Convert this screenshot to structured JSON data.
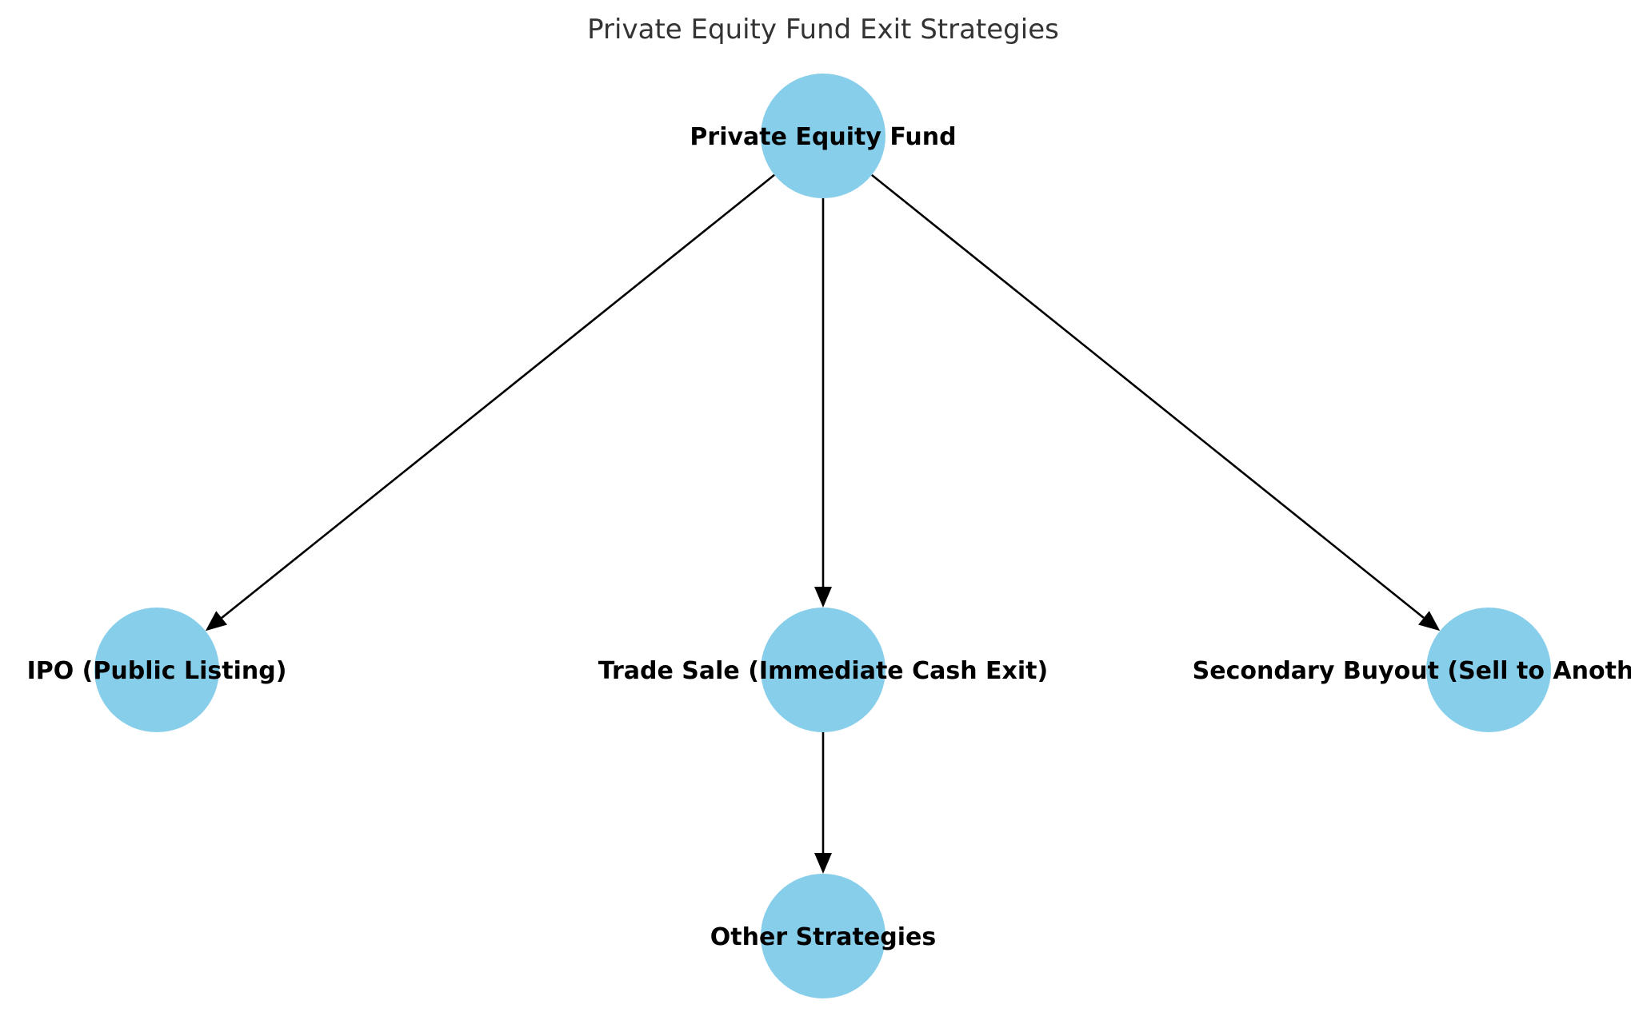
{
  "title": "Private Equity Fund Exit Strategies",
  "node_color": "#87CEEB",
  "edge_color": "#000000",
  "nodes": {
    "root": {
      "label": "Private Equity Fund"
    },
    "ipo": {
      "label": "IPO (Public Listing)"
    },
    "trade_sale": {
      "label": "Trade Sale (Immediate Cash Exit)"
    },
    "secondary": {
      "label": "Secondary Buyout (Sell to Another PE Firm)"
    },
    "other": {
      "label": "Other Strategies"
    }
  },
  "edges": [
    {
      "from": "root",
      "to": "ipo"
    },
    {
      "from": "root",
      "to": "trade_sale"
    },
    {
      "from": "root",
      "to": "secondary"
    },
    {
      "from": "trade_sale",
      "to": "other"
    }
  ]
}
